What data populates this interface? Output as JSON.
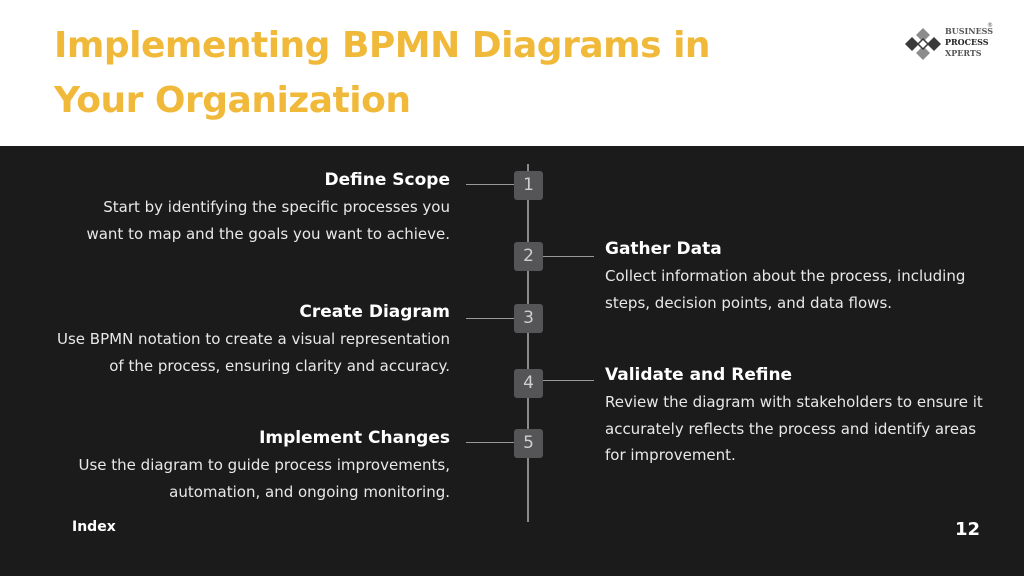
{
  "header": {
    "title_line1": "Implementing BPMN Diagrams in",
    "title_line2": "Your Organization",
    "title_color": "#f0b93a"
  },
  "logo": {
    "icon": "diamond-logo-icon",
    "line1": "BUSINESS",
    "line2": "PROCESS",
    "line3": "XPERTS",
    "registered": "®"
  },
  "steps": [
    {
      "number": "1",
      "title": "Define Scope",
      "description": "Start by identifying the specific processes you want to map and the goals you want to achieve."
    },
    {
      "number": "2",
      "title": "Gather Data",
      "description": "Collect information about the process, including steps, decision points, and data flows."
    },
    {
      "number": "3",
      "title": "Create Diagram",
      "description": "Use BPMN notation to create a visual representation of the process, ensuring clarity and accuracy."
    },
    {
      "number": "4",
      "title": "Validate and Refine",
      "description": "Review the diagram with stakeholders to ensure it accurately reflects the process and identify areas for improvement."
    },
    {
      "number": "5",
      "title": "Implement Changes",
      "description": "Use the diagram to guide process improvements, automation, and ongoing monitoring."
    }
  ],
  "footer": {
    "index_label": "Index",
    "page_number": "12"
  },
  "colors": {
    "panel_background": "#1b1b1c",
    "number_box": "#555557"
  }
}
